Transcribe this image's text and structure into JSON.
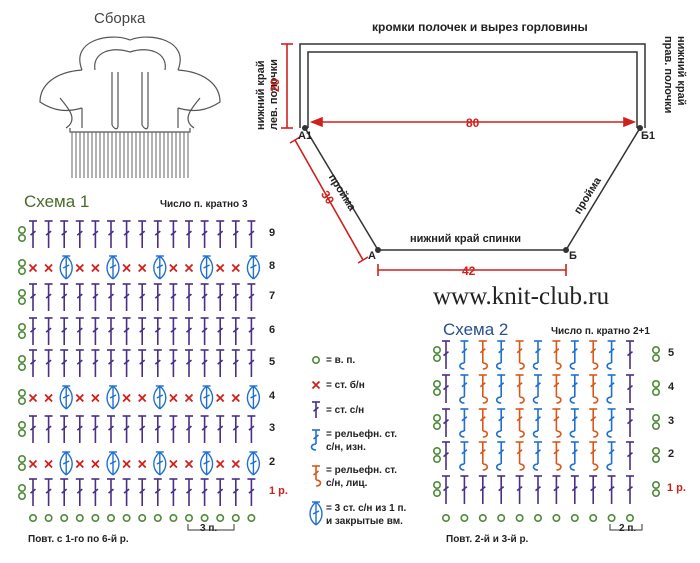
{
  "garment": {
    "title": "Сборка"
  },
  "pattern_diagram": {
    "top_edge": "кромки полочек и вырез горловины",
    "left_side_label": [
      "нижний край",
      "лев. полочки"
    ],
    "right_side_label": [
      "нижний край",
      "прав. полочки"
    ],
    "armhole_left": "пройма",
    "armhole_right": "пройма",
    "back_bottom": "нижний край спинки",
    "dim_height": "20",
    "dim_width": "80",
    "dim_diagonal": "30",
    "dim_bottom": "42",
    "points": {
      "a1": "А1",
      "b1": "Б1",
      "a": "А",
      "b": "Б"
    }
  },
  "watermark": "www.knit-club.ru",
  "scheme1": {
    "title": "Схема 1",
    "multiple": "Число п. кратно 3",
    "rows": [
      "9",
      "8",
      "7",
      "6",
      "5",
      "4",
      "3",
      "2",
      "1 р."
    ],
    "repeat_note": "Повт. с 1-го по 6-й р.",
    "repeat_width": "3 п."
  },
  "scheme2": {
    "title": "Схема 2",
    "multiple": "Число п. кратно 2+1",
    "rows": [
      "5",
      "4",
      "3",
      "2",
      "1 р."
    ],
    "repeat_note": "Повт. 2-й и 3-й р.",
    "repeat_width": "2 п."
  },
  "legend": [
    {
      "symbol": "chain-circle",
      "text": [
        "= в. п."
      ]
    },
    {
      "symbol": "sc-cross",
      "text": [
        "= ст. б/н"
      ]
    },
    {
      "symbol": "dc-stitch",
      "text": [
        "= ст. с/н"
      ]
    },
    {
      "symbol": "relief-back",
      "text": [
        "= рельефн. ст.",
        "с/н, изн."
      ]
    },
    {
      "symbol": "relief-front",
      "text": [
        "= рельефн. ст.",
        "с/н, лиц."
      ]
    },
    {
      "symbol": "cluster",
      "text": [
        "= 3 ст. с/н из 1 п.",
        "и закрытые вм."
      ]
    }
  ],
  "colors": {
    "red": "#d0201c",
    "purple": "#4b2f86",
    "blue": "#1f6fd1",
    "orange": "#d8581a",
    "green": "#4f8a3a",
    "olive": "#6b7a2a"
  }
}
